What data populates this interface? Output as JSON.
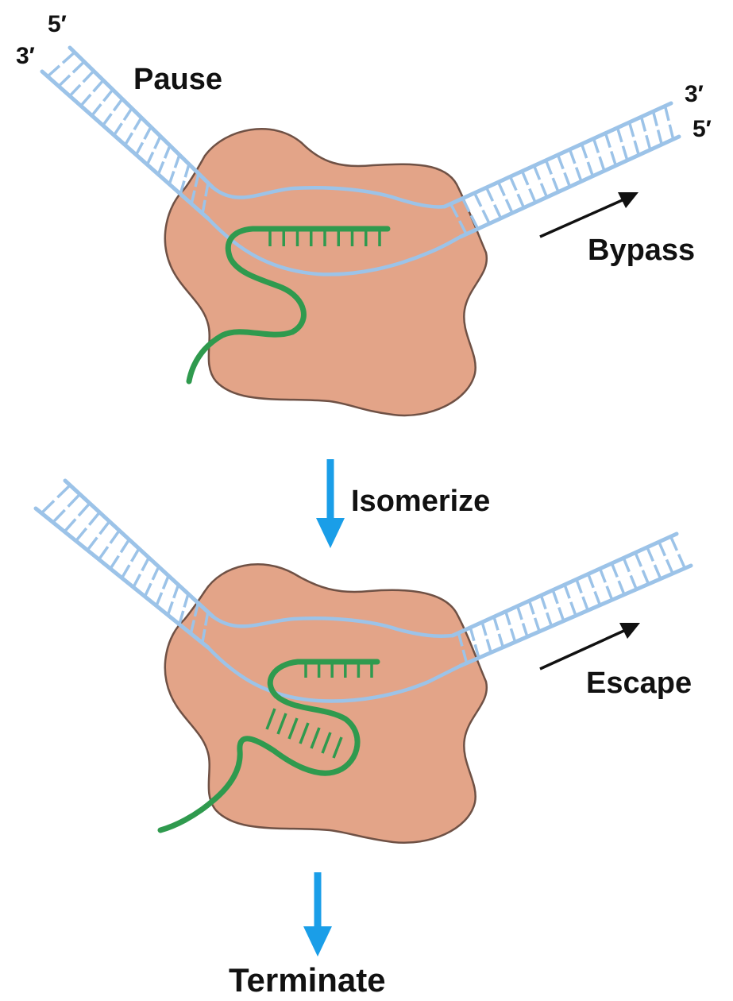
{
  "labels": {
    "top_left_5prime": "5′",
    "top_left_3prime": "3′",
    "top_right_3prime": "3′",
    "top_right_5prime": "5′",
    "pause": "Pause",
    "bypass": "Bypass",
    "isomerize": "Isomerize",
    "escape": "Escape",
    "terminate": "Terminate"
  },
  "colors": {
    "enzyme_fill": "#e3a488",
    "enzyme_outline": "#6f5145",
    "dna": "#9cc3e8",
    "rna": "#2f9a4e",
    "process_arrow": "#1a9ee8",
    "movement_arrow": "#111111"
  }
}
